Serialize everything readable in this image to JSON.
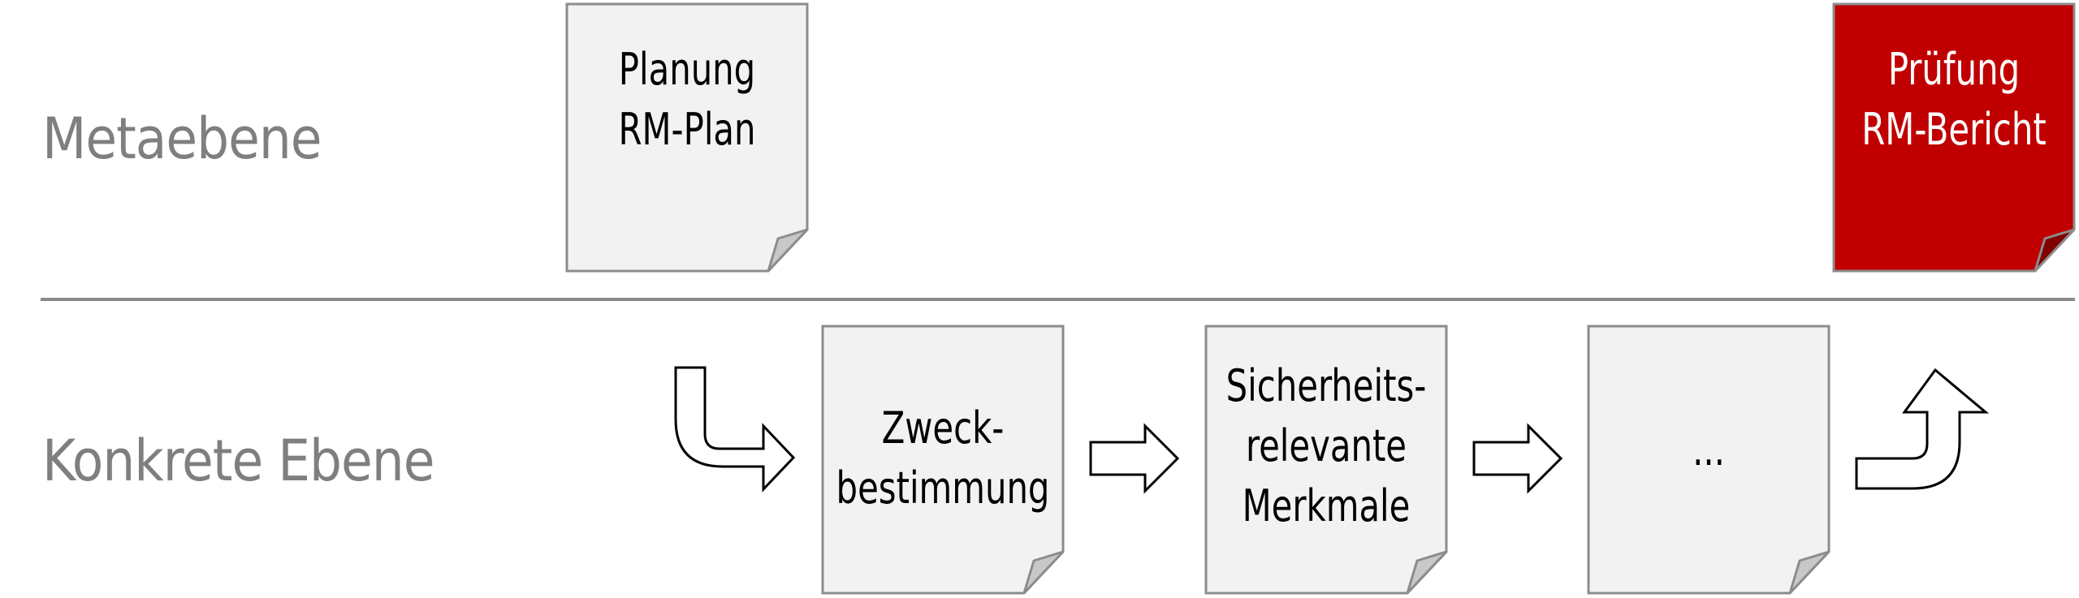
{
  "layers": {
    "meta": "Metaebene",
    "concrete": "Konkrete Ebene"
  },
  "docs": {
    "planning": {
      "lines": [
        "Planung",
        "RM-Plan"
      ]
    },
    "review": {
      "lines": [
        "Prüfung",
        "RM-Bericht"
      ]
    },
    "purpose": {
      "lines": [
        "Zweck-",
        "bestimmung"
      ]
    },
    "safety": {
      "lines": [
        "Sicherheits-",
        "relevante",
        "Merkmale"
      ]
    },
    "more": {
      "lines": [
        "..."
      ]
    }
  },
  "colors": {
    "label_gray": "#7f7f7f",
    "doc_fill": "#f2f2f2",
    "doc_border": "#8c8c8c",
    "fold": "#c8c8c8",
    "highlight": "#c00000",
    "highlight_fold": "#800000"
  }
}
